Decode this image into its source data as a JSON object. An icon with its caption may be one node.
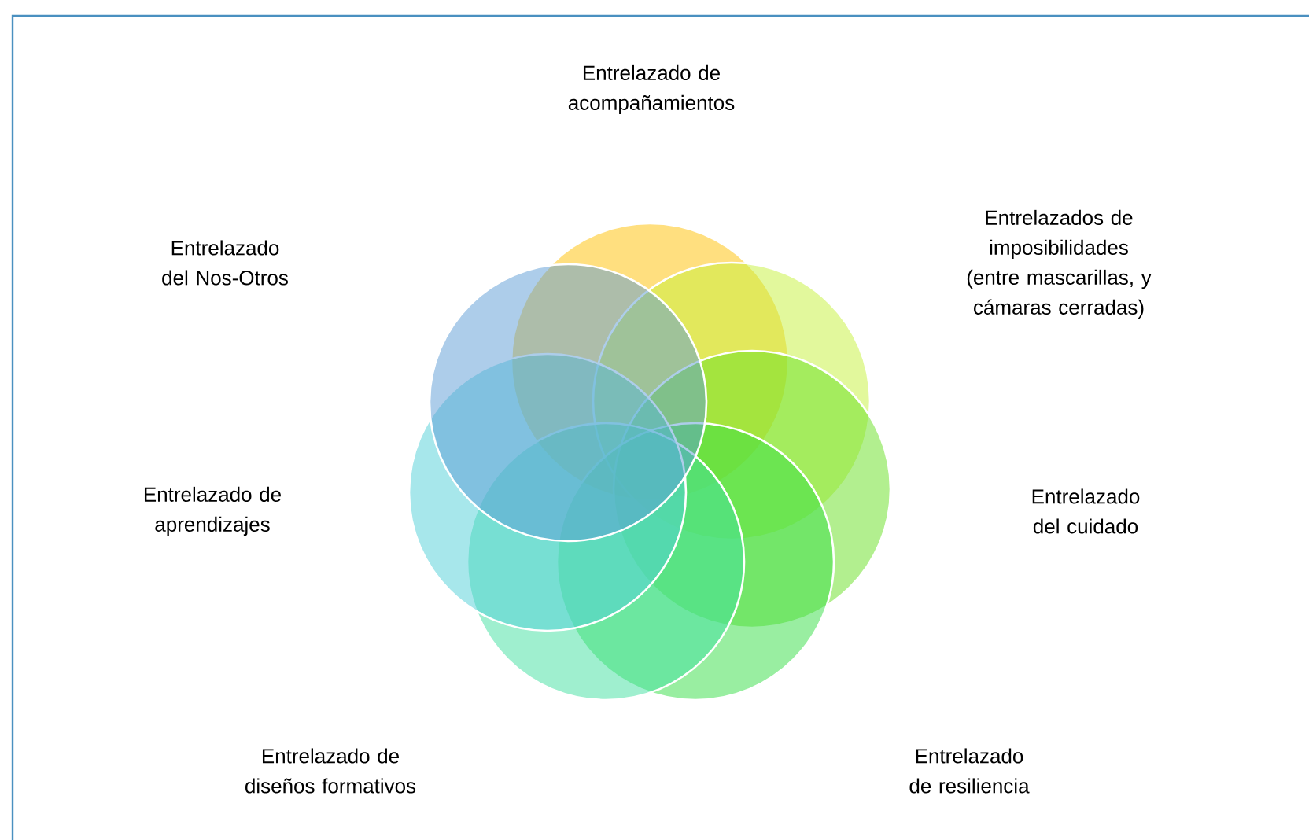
{
  "diagram": {
    "nodes": [
      {
        "text": [],
        "shape": "circle"
      },
      {
        "text": [],
        "shape": "circle"
      },
      {
        "text": [],
        "shape": "circle"
      },
      {
        "text": [],
        "shape": "circle"
      },
      {
        "text": [],
        "shape": "circle"
      },
      {
        "text": [],
        "shape": "circle"
      },
      {
        "text": [],
        "shape": "circle"
      }
    ],
    "labels": [
      "Entrelazado de acompañamientos",
      "Entrelazados de imposibilidades (entre mascarillas, y cámaras cerradas)",
      "Entrelazado del Nos-Otros",
      "Entrelazado de aprendizajes",
      "Entrelazado del cuidado",
      "Entrelazado de diseños formativos",
      "Entrelazado de resiliencia"
    ]
  }
}
